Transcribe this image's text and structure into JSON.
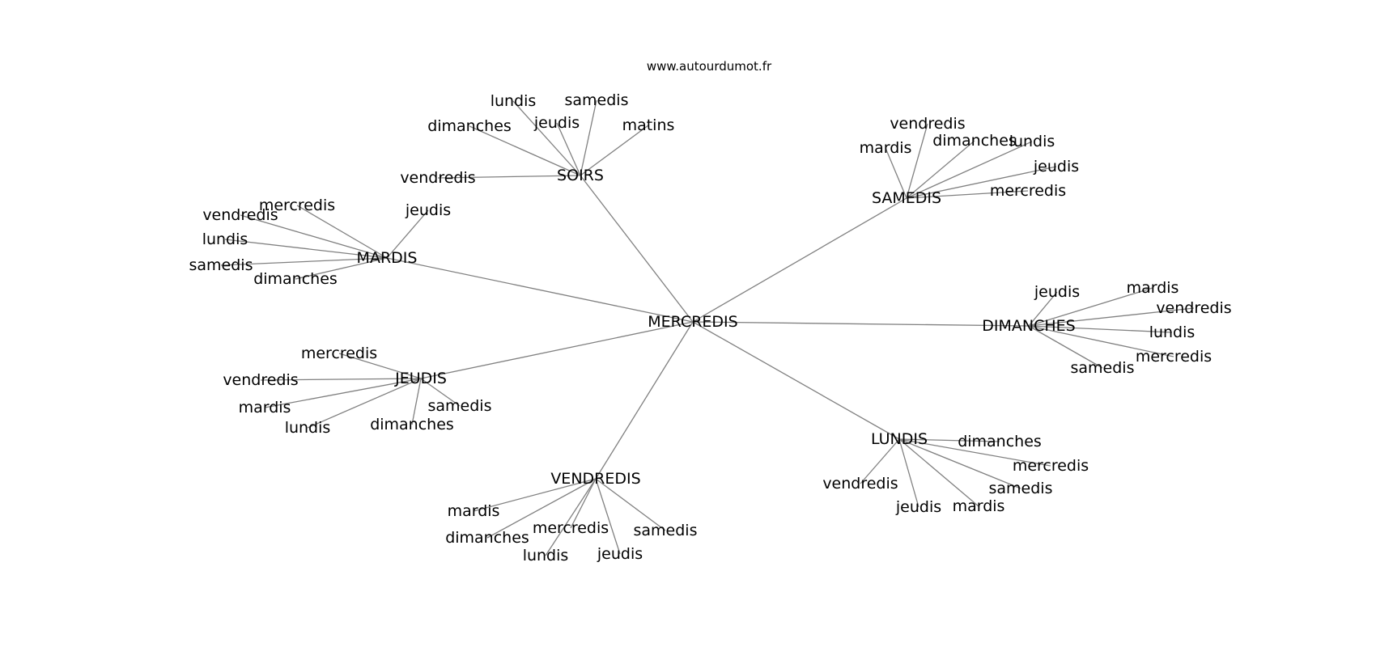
{
  "source": "www.autourdumot.fr",
  "graph": {
    "center": "MERCREDIS",
    "hubs": [
      {
        "id": "soirs",
        "label": "SOIRS",
        "leaves": [
          "lundis",
          "samedis",
          "dimanches",
          "jeudis",
          "matins",
          "vendredis"
        ]
      },
      {
        "id": "samedis",
        "label": "SAMEDIS",
        "leaves": [
          "vendredis",
          "mardis",
          "dimanches",
          "lundis",
          "jeudis",
          "mercredis"
        ]
      },
      {
        "id": "mardis",
        "label": "MARDIS",
        "leaves": [
          "mercredis",
          "vendredis",
          "jeudis",
          "lundis",
          "samedis",
          "dimanches"
        ]
      },
      {
        "id": "dimanches",
        "label": "DIMANCHES",
        "leaves": [
          "jeudis",
          "mardis",
          "vendredis",
          "lundis",
          "mercredis",
          "samedis"
        ]
      },
      {
        "id": "jeudis",
        "label": "JEUDIS",
        "leaves": [
          "mercredis",
          "vendredis",
          "samedis",
          "mardis",
          "dimanches",
          "lundis"
        ]
      },
      {
        "id": "lundis",
        "label": "LUNDIS",
        "leaves": [
          "dimanches",
          "mercredis",
          "samedis",
          "vendredis",
          "jeudis",
          "mardis"
        ]
      },
      {
        "id": "vendredis",
        "label": "VENDREDIS",
        "leaves": [
          "mardis",
          "dimanches",
          "mercredis",
          "samedis",
          "lundis",
          "jeudis"
        ]
      }
    ]
  }
}
